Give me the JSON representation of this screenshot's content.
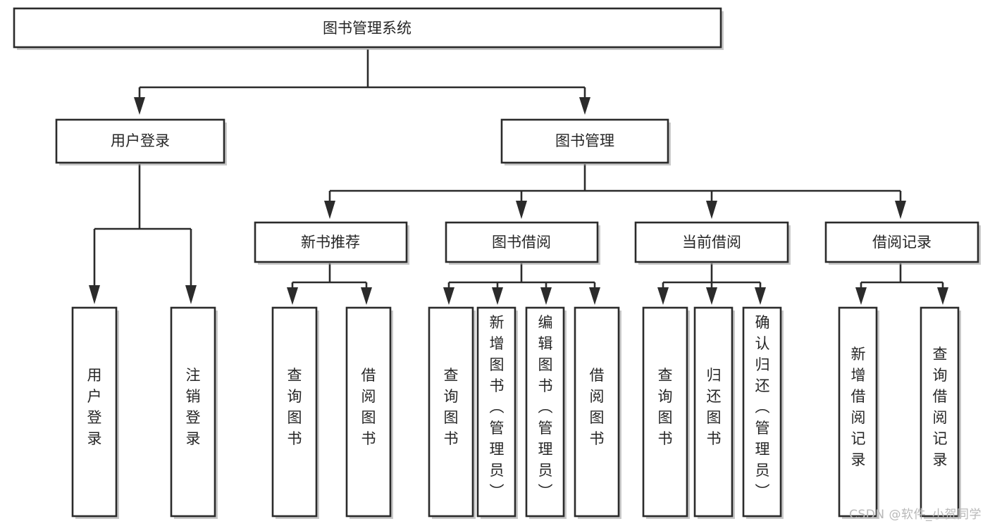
{
  "diagram": {
    "type": "tree-hierarchy-flowchart",
    "title_text": "图书管理系统",
    "watermark": "CSDN @软件_小贺同学",
    "colors": {
      "box_fill": "#ffffff",
      "box_stroke": "#2b2b2b",
      "text": "#262626",
      "background": "#ffffff",
      "watermark": "#b8b8b8"
    },
    "levels": {
      "root": {
        "label": "图书管理系统"
      },
      "level2": [
        {
          "label": "用户登录"
        },
        {
          "label": "图书管理"
        }
      ],
      "level3": [
        {
          "label": "新书推荐"
        },
        {
          "label": "图书借阅"
        },
        {
          "label": "当前借阅"
        },
        {
          "label": "借阅记录"
        }
      ],
      "leaves": {
        "user_login": [
          {
            "label": "用户登录"
          },
          {
            "label": "注销登录"
          }
        ],
        "new_book_recommend": [
          {
            "label": "查询图书"
          },
          {
            "label": "借阅图书"
          }
        ],
        "book_borrow": [
          {
            "label": "查询图书"
          },
          {
            "label": "新增图书（管理员）"
          },
          {
            "label": "编辑图书（管理员）"
          },
          {
            "label": "借阅图书"
          }
        ],
        "current_borrow": [
          {
            "label": "查询图书"
          },
          {
            "label": "归还图书"
          },
          {
            "label": "确认归还（管理员）"
          }
        ],
        "borrow_record": [
          {
            "label": "新增借阅记录"
          },
          {
            "label": "查询借阅记录"
          }
        ]
      }
    }
  }
}
